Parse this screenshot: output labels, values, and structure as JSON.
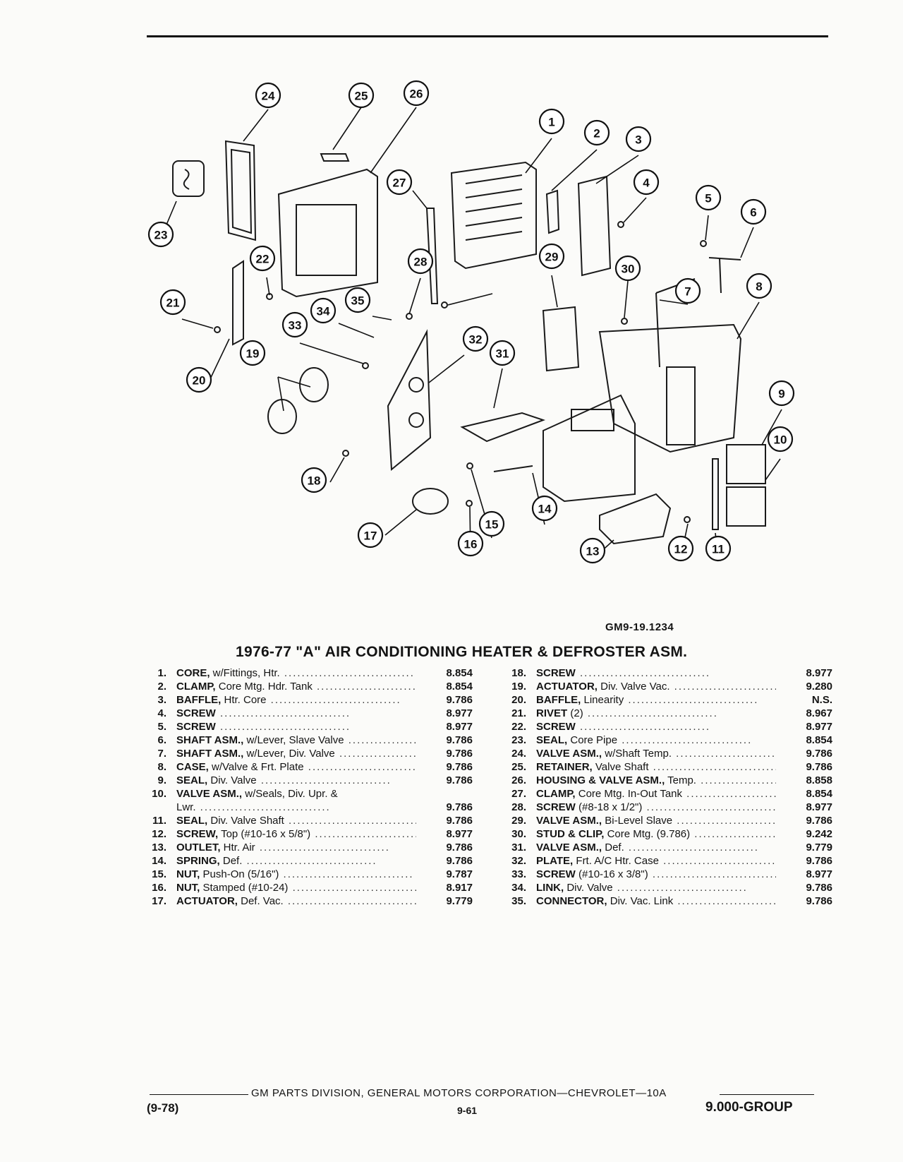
{
  "figure": {
    "reference": "GM9-19.1234",
    "callouts": [
      "1",
      "2",
      "3",
      "4",
      "5",
      "6",
      "7",
      "8",
      "9",
      "10",
      "11",
      "12",
      "13",
      "14",
      "15",
      "16",
      "17",
      "18",
      "19",
      "20",
      "21",
      "22",
      "23",
      "24",
      "25",
      "26",
      "27",
      "28",
      "29",
      "30",
      "31",
      "32",
      "33",
      "34",
      "35"
    ]
  },
  "title": "1976-77 \"A\" AIR CONDITIONING HEATER & DEFROSTER ASM.",
  "parts_left": [
    {
      "num": "1.",
      "name": "CORE,",
      "detail": " w/Fittings, Htr.",
      "code": "8.854"
    },
    {
      "num": "2.",
      "name": "CLAMP,",
      "detail": " Core Mtg. Hdr. Tank",
      "code": "8.854"
    },
    {
      "num": "3.",
      "name": "BAFFLE,",
      "detail": " Htr. Core",
      "code": "9.786"
    },
    {
      "num": "4.",
      "name": "SCREW",
      "detail": "",
      "code": "8.977"
    },
    {
      "num": "5.",
      "name": "SCREW",
      "detail": "",
      "code": "8.977"
    },
    {
      "num": "6.",
      "name": "SHAFT ASM.,",
      "detail": " w/Lever, Slave Valve",
      "code": "9.786"
    },
    {
      "num": "7.",
      "name": "SHAFT ASM.,",
      "detail": " w/Lever, Div. Valve",
      "code": "9.786"
    },
    {
      "num": "8.",
      "name": "CASE,",
      "detail": " w/Valve & Frt. Plate",
      "code": "9.786"
    },
    {
      "num": "9.",
      "name": "SEAL,",
      "detail": " Div. Valve",
      "code": "9.786"
    },
    {
      "num": "10.",
      "name": "VALVE ASM.,",
      "detail": " w/Seals, Div. Upr. &",
      "code": ""
    },
    {
      "num": "",
      "name": "",
      "detail": "Lwr.",
      "code": "9.786"
    },
    {
      "num": "11.",
      "name": "SEAL,",
      "detail": " Div. Valve Shaft",
      "code": "9.786"
    },
    {
      "num": "12.",
      "name": "SCREW,",
      "detail": " Top (#10-16 x 5/8\")",
      "code": "8.977"
    },
    {
      "num": "13.",
      "name": "OUTLET,",
      "detail": " Htr. Air",
      "code": "9.786"
    },
    {
      "num": "14.",
      "name": "SPRING,",
      "detail": " Def.",
      "code": "9.786"
    },
    {
      "num": "15.",
      "name": "NUT,",
      "detail": " Push-On (5/16\")",
      "code": "9.787"
    },
    {
      "num": "16.",
      "name": "NUT,",
      "detail": " Stamped (#10-24)",
      "code": "8.917"
    },
    {
      "num": "17.",
      "name": "ACTUATOR,",
      "detail": " Def. Vac.",
      "code": "9.779"
    }
  ],
  "parts_right": [
    {
      "num": "18.",
      "name": "SCREW",
      "detail": "",
      "code": "8.977"
    },
    {
      "num": "19.",
      "name": "ACTUATOR,",
      "detail": " Div. Valve Vac.",
      "code": "9.280"
    },
    {
      "num": "20.",
      "name": "BAFFLE,",
      "detail": " Linearity",
      "code": "N.S."
    },
    {
      "num": "21.",
      "name": "RIVET",
      "detail": " (2)",
      "code": "8.967"
    },
    {
      "num": "22.",
      "name": "SCREW",
      "detail": "",
      "code": "8.977"
    },
    {
      "num": "23.",
      "name": "SEAL,",
      "detail": " Core Pipe",
      "code": "8.854"
    },
    {
      "num": "24.",
      "name": "VALVE ASM.,",
      "detail": " w/Shaft Temp.",
      "code": "9.786"
    },
    {
      "num": "25.",
      "name": "RETAINER,",
      "detail": " Valve Shaft",
      "code": "9.786"
    },
    {
      "num": "26.",
      "name": "HOUSING & VALVE ASM.,",
      "detail": " Temp.",
      "code": "8.858"
    },
    {
      "num": "27.",
      "name": "CLAMP,",
      "detail": " Core Mtg. In-Out Tank",
      "code": "8.854"
    },
    {
      "num": "28.",
      "name": "SCREW",
      "detail": " (#8-18 x 1/2\")",
      "code": "8.977"
    },
    {
      "num": "29.",
      "name": "VALVE ASM.,",
      "detail": " Bi-Level Slave",
      "code": "9.786"
    },
    {
      "num": "30.",
      "name": "STUD & CLIP,",
      "detail": " Core Mtg. (9.786)",
      "code": "9.242"
    },
    {
      "num": "31.",
      "name": "VALVE ASM.,",
      "detail": " Def.",
      "code": "9.779"
    },
    {
      "num": "32.",
      "name": "PLATE,",
      "detail": " Frt. A/C Htr. Case",
      "code": "9.786"
    },
    {
      "num": "33.",
      "name": "SCREW",
      "detail": " (#10-16 x 3/8\")",
      "code": "8.977"
    },
    {
      "num": "34.",
      "name": "LINK,",
      "detail": " Div. Valve",
      "code": "9.786"
    },
    {
      "num": "35.",
      "name": "CONNECTOR,",
      "detail": " Div. Vac. Link",
      "code": "9.786"
    }
  ],
  "footer": {
    "division": "GM PARTS DIVISION, GENERAL MOTORS CORPORATION—CHEVROLET—10A",
    "date": "(9-78)",
    "page": "9-61",
    "group": "9.000-GROUP"
  }
}
